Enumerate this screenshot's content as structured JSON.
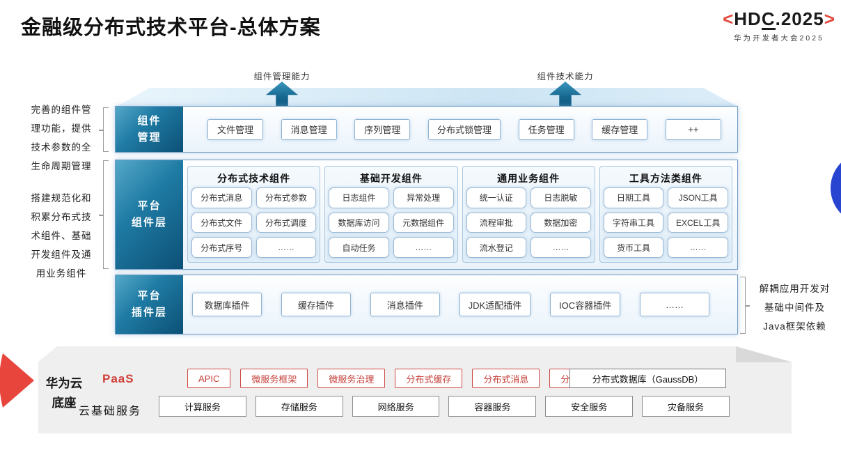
{
  "title": "金融级分布式技术平台-总体方案",
  "logo": {
    "open": "<",
    "pre": "HD",
    "c": "C",
    "post": ".2025",
    "close": ">",
    "subtitle": "华为开发者大会2025"
  },
  "arrows": {
    "left": "组件管理能力",
    "right": "组件技术能力"
  },
  "left_note1_lines": [
    "完善的组件管",
    "理功能，提供",
    "技术参数的全",
    "生命周期管理"
  ],
  "left_note2_lines": [
    "搭建规范化和",
    "积累分布式技",
    "术组件、基础",
    "开发组件及通",
    "用业务组件"
  ],
  "right_note_lines": [
    "解耦应用开发对",
    "基础中间件及",
    "Java框架依赖"
  ],
  "rows": {
    "mgmt": {
      "label_lines": [
        "组件",
        "管理"
      ],
      "items": [
        "文件管理",
        "消息管理",
        "序列管理",
        "分布式锁管理",
        "任务管理",
        "缓存管理",
        "++"
      ]
    },
    "components": {
      "label_lines": [
        "平台",
        "组件层"
      ],
      "groups": [
        {
          "title": "分布式技术组件",
          "items": [
            "分布式消息",
            "分布式参数",
            "分布式文件",
            "分布式调度",
            "分布式序号",
            "……"
          ]
        },
        {
          "title": "基础开发组件",
          "items": [
            "日志组件",
            "异常处理",
            "数据库访问",
            "元数据组件",
            "自动任务",
            "……"
          ]
        },
        {
          "title": "通用业务组件",
          "items": [
            "统一认证",
            "日志脱敏",
            "流程审批",
            "数据加密",
            "流水登记",
            "……"
          ]
        },
        {
          "title": "工具方法类组件",
          "items": [
            "日期工具",
            "JSON工具",
            "字符串工具",
            "EXCEL工具",
            "货币工具",
            "……"
          ]
        }
      ]
    },
    "plugins": {
      "label_lines": [
        "平台",
        "插件层"
      ],
      "items": [
        "数据库插件",
        "缓存插件",
        "消息插件",
        "JDK适配插件",
        "IOC容器插件",
        "……"
      ]
    }
  },
  "cloud": {
    "label_lines": [
      "华为云",
      "底座"
    ],
    "paas_label": "PaaS",
    "paas_items": [
      "APIC",
      "微服务框架",
      "微服务治理",
      "分布式缓存",
      "分布式消息",
      "分布式事务"
    ],
    "paas_db_item": "分布式数据库（GaussDB）",
    "iaas_label": "云基础服务",
    "iaas_items": [
      "计算服务",
      "存储服务",
      "网络服务",
      "容器服务",
      "安全服务",
      "灾备服务"
    ]
  },
  "colors": {
    "teal_dark": "#0c5076",
    "teal_light": "#55a8c8",
    "accent_red": "#e8453c",
    "hdc_red": "#e0473d",
    "border_blue": "#6f9cc5",
    "circle_blue": "#2845d2",
    "slab_gray": "#efefef"
  }
}
